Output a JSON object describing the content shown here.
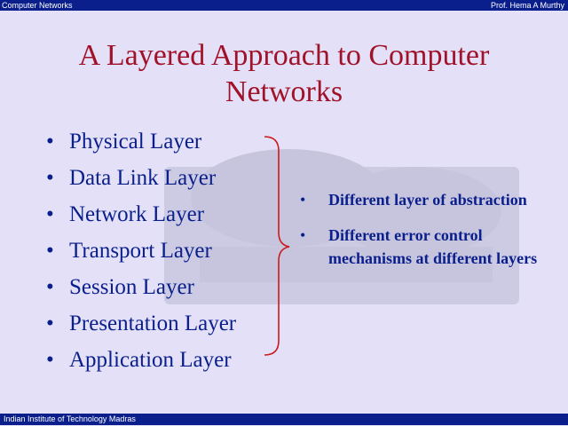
{
  "header": {
    "left": "Computer Networks",
    "right": "Prof. Hema A Murthy"
  },
  "footer": {
    "left": "Indian Institute of Technology Madras"
  },
  "slide": {
    "title": "A Layered Approach to Computer Networks",
    "layers": [
      "Physical Layer",
      "Data Link Layer",
      "Network Layer",
      "Transport Layer",
      "Session Layer",
      "Presentation Layer",
      "Application Layer"
    ],
    "notes": [
      "Different layer of abstraction",
      "Different error control mechanisms at different layers"
    ]
  },
  "colors": {
    "background": "#e3e0f7",
    "bar": "#0a1f8c",
    "title": "#a0122a",
    "brace": "#cc1a1a"
  }
}
